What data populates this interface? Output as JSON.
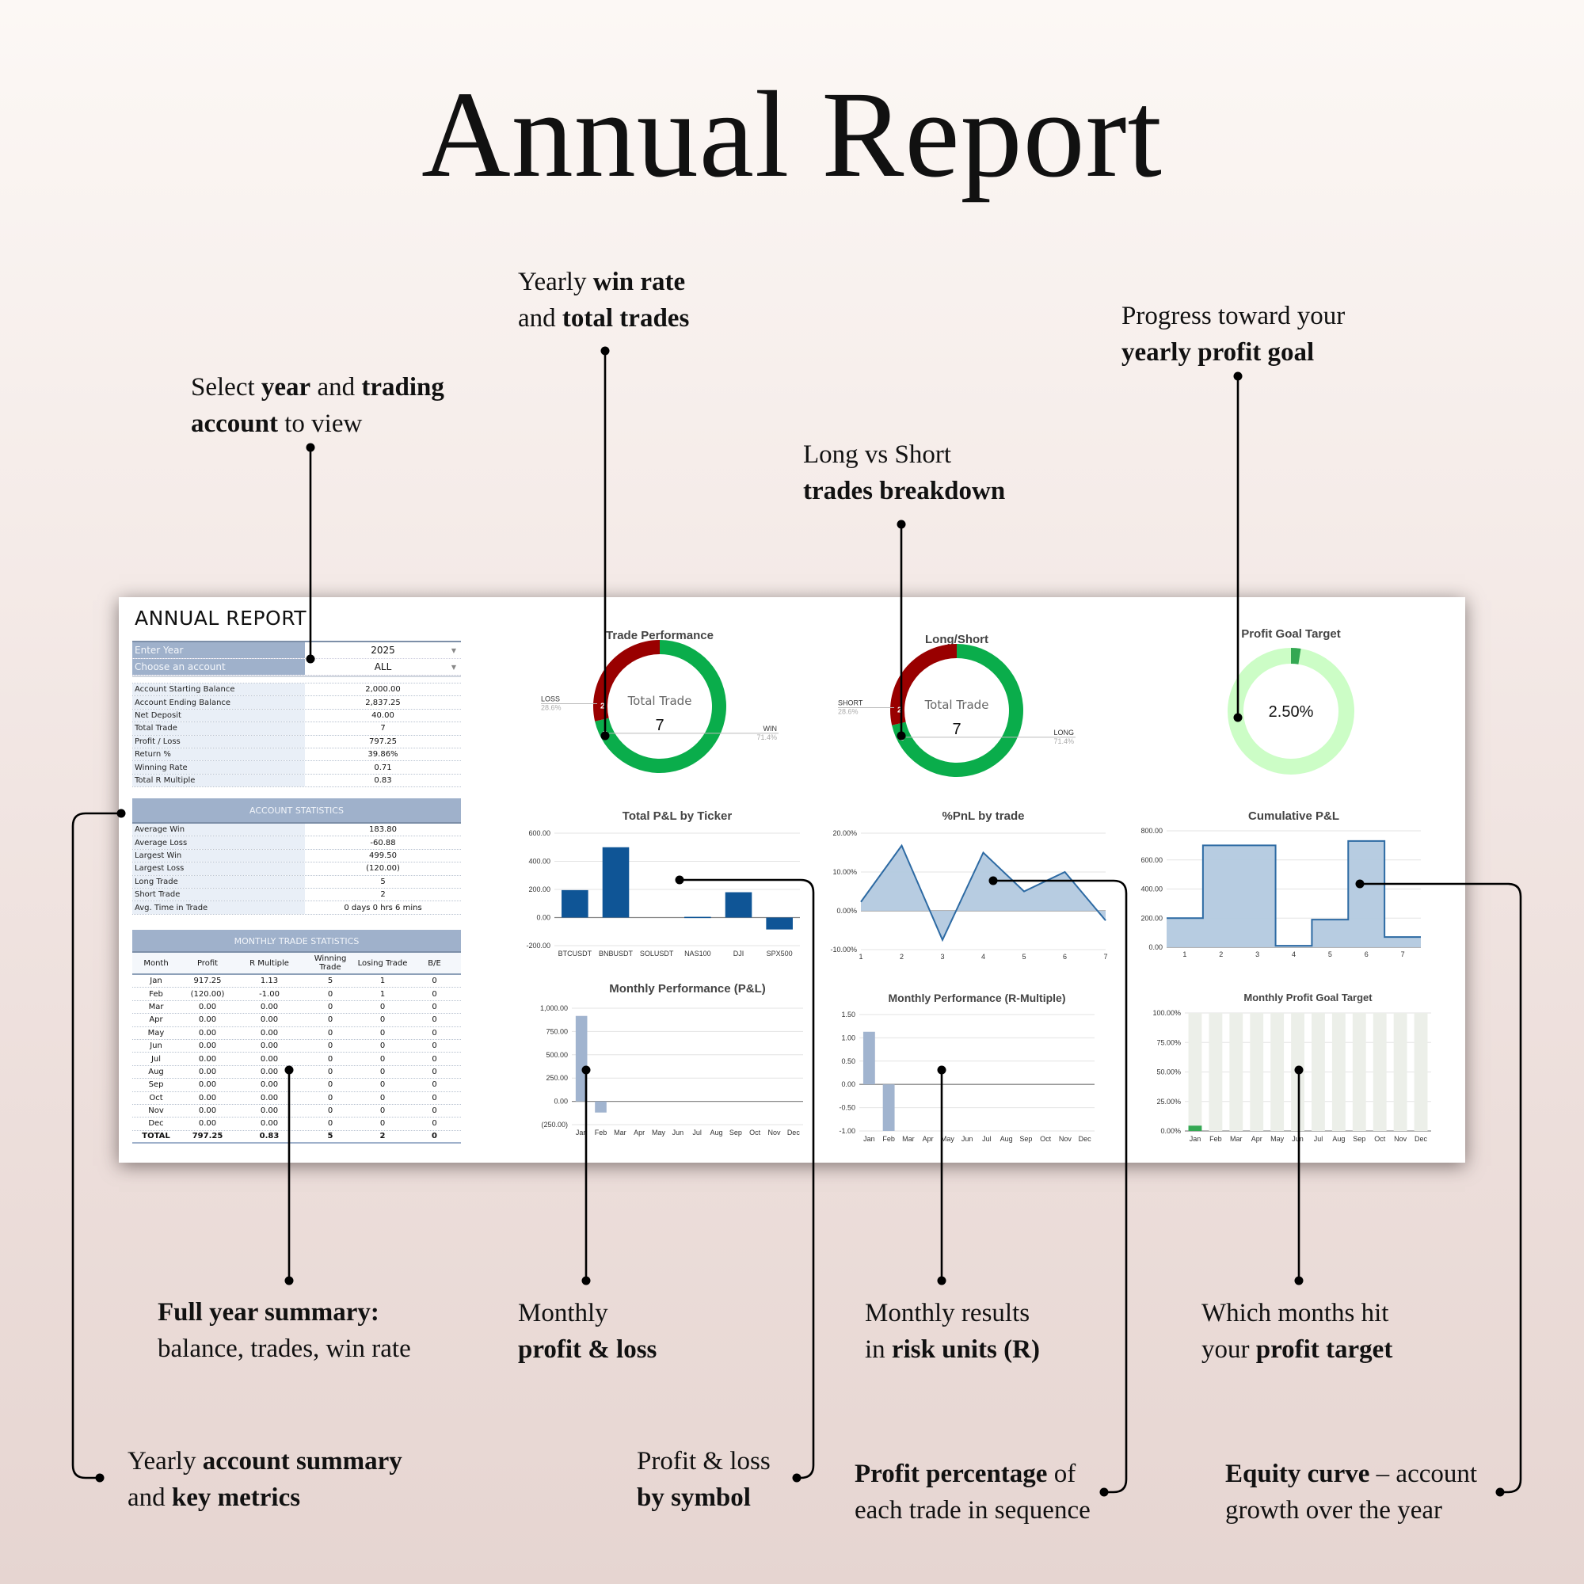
{
  "page_title": "Annual Report",
  "callouts": [
    {
      "lines": [
        [
          {
            "text": "Select "
          },
          {
            "text": "year",
            "bold": true
          },
          {
            "text": " and "
          },
          {
            "text": "trading",
            "bold": true
          }
        ],
        [
          {
            "text": "account",
            "bold": true
          },
          {
            "text": " to view"
          }
        ]
      ]
    },
    {
      "lines": [
        [
          {
            "text": "Yearly "
          },
          {
            "text": "win rate",
            "bold": true
          }
        ],
        [
          {
            "text": "and "
          },
          {
            "text": "total trades",
            "bold": true
          }
        ]
      ]
    },
    {
      "lines": [
        [
          {
            "text": "Long vs Short"
          }
        ],
        [
          {
            "text": "trades breakdown",
            "bold": true
          }
        ]
      ]
    },
    {
      "lines": [
        [
          {
            "text": "Progress toward your"
          }
        ],
        [
          {
            "text": "yearly profit goal",
            "bold": true
          }
        ]
      ]
    },
    {
      "lines": [
        [
          {
            "text": "Full year summary:",
            "bold": true
          }
        ],
        [
          {
            "text": "balance, trades, win rate"
          }
        ]
      ]
    },
    {
      "lines": [
        [
          {
            "text": "Monthly"
          }
        ],
        [
          {
            "text": "profit & loss",
            "bold": true
          }
        ]
      ]
    },
    {
      "lines": [
        [
          {
            "text": "Monthly results"
          }
        ],
        [
          {
            "text": "in "
          },
          {
            "text": "risk units (R)",
            "bold": true
          }
        ]
      ]
    },
    {
      "lines": [
        [
          {
            "text": "Which months hit"
          }
        ],
        [
          {
            "text": "your "
          },
          {
            "text": "profit target",
            "bold": true
          }
        ]
      ]
    },
    {
      "lines": [
        [
          {
            "text": "Yearly "
          },
          {
            "text": "account summary",
            "bold": true
          }
        ],
        [
          {
            "text": "and "
          },
          {
            "text": "key metrics",
            "bold": true
          }
        ]
      ]
    },
    {
      "lines": [
        [
          {
            "text": "Profit & loss"
          }
        ],
        [
          {
            "text": "by symbol",
            "bold": true
          }
        ]
      ]
    },
    {
      "lines": [
        [
          {
            "text": "Profit percentage",
            "bold": true
          },
          {
            "text": " of"
          }
        ],
        [
          {
            "text": "each trade in sequence"
          }
        ]
      ]
    },
    {
      "lines": [
        [
          {
            "text": "Equity curve",
            "bold": true
          },
          {
            "text": " – account"
          }
        ],
        [
          {
            "text": "growth over the year"
          }
        ]
      ]
    }
  ],
  "dashboard": {
    "title": "ANNUAL REPORT",
    "selectors": [
      {
        "label": "Enter Year",
        "value": "2025"
      },
      {
        "label": "Choose an account",
        "value": "ALL"
      }
    ],
    "summary": [
      {
        "label": "Account Starting Balance",
        "value": "2,000.00"
      },
      {
        "label": "Account Ending Balance",
        "value": "2,837.25"
      },
      {
        "label": "Net Deposit",
        "value": "40.00",
        "tone": "pos"
      },
      {
        "label": "Total Trade",
        "value": "7"
      },
      {
        "label": "Profit / Loss",
        "value": "797.25",
        "tone": "pos"
      },
      {
        "label": "Return %",
        "value": "39.86%",
        "tone": "pos"
      },
      {
        "label": "Winning Rate",
        "value": "0.71"
      },
      {
        "label": "Total R Multiple",
        "value": "0.83"
      }
    ],
    "account_stats_title": "ACCOUNT STATISTICS",
    "account_stats": [
      {
        "label": "Average Win",
        "value": "183.80",
        "tone": "pos"
      },
      {
        "label": "Average Loss",
        "value": "-60.88",
        "tone": "neg"
      },
      {
        "label": "Largest Win",
        "value": "499.50"
      },
      {
        "label": "Largest Loss",
        "value": "(120.00)"
      },
      {
        "label": "Long Trade",
        "value": "5",
        "tone": "pos"
      },
      {
        "label": "Short Trade",
        "value": "2",
        "tone": "neg"
      },
      {
        "label": "Avg. Time in Trade",
        "value": "0 days 0 hrs 6 mins"
      }
    ],
    "monthly_title": "MONTHLY TRADE STATISTICS",
    "monthly_headers": [
      "Month",
      "Profit",
      "R Multiple",
      "Winning Trade",
      "Losing Trade",
      "B/E"
    ],
    "monthly_rows": [
      [
        "Jan",
        "917.25",
        "1.13",
        "5",
        "1",
        "0"
      ],
      [
        "Feb",
        "(120.00)",
        "-1.00",
        "0",
        "1",
        "0"
      ],
      [
        "Mar",
        "0.00",
        "0.00",
        "0",
        "0",
        "0"
      ],
      [
        "Apr",
        "0.00",
        "0.00",
        "0",
        "0",
        "0"
      ],
      [
        "May",
        "0.00",
        "0.00",
        "0",
        "0",
        "0"
      ],
      [
        "Jun",
        "0.00",
        "0.00",
        "0",
        "0",
        "0"
      ],
      [
        "Jul",
        "0.00",
        "0.00",
        "0",
        "0",
        "0"
      ],
      [
        "Aug",
        "0.00",
        "0.00",
        "0",
        "0",
        "0"
      ],
      [
        "Sep",
        "0.00",
        "0.00",
        "0",
        "0",
        "0"
      ],
      [
        "Oct",
        "0.00",
        "0.00",
        "0",
        "0",
        "0"
      ],
      [
        "Nov",
        "0.00",
        "0.00",
        "0",
        "0",
        "0"
      ],
      [
        "Dec",
        "0.00",
        "0.00",
        "0",
        "0",
        "0"
      ]
    ],
    "monthly_total": [
      "TOTAL",
      "797.25",
      "0.83",
      "5",
      "2",
      "0"
    ]
  },
  "colors": {
    "win": "#0aad4b",
    "loss": "#990000",
    "bar_dark": "#0f5596",
    "bar_light": "#a1b4cf",
    "area_fill": "#b3c9df",
    "area_line": "#2d6aa3",
    "goal_bg": "#ccfdc6",
    "goal_fill": "#34a853",
    "goal_track": "#ecefe9"
  },
  "chart_data": [
    {
      "type": "pie",
      "title": "Trade Performance",
      "center_label": "Total Trade",
      "center_value": "7",
      "slices": [
        {
          "label": "WIN",
          "value": 5,
          "value_label": "5",
          "pct": "71.4%"
        },
        {
          "label": "LOSS",
          "value": 2,
          "value_label": "2",
          "pct": "28.6%"
        }
      ]
    },
    {
      "type": "pie",
      "title": "Long/Short",
      "center_label": "Total Trade",
      "center_value": "7",
      "slices": [
        {
          "label": "LONG",
          "value": 5,
          "value_label": "5",
          "pct": "71.4%"
        },
        {
          "label": "SHORT",
          "value": 2,
          "value_label": "2",
          "pct": "28.6%"
        }
      ]
    },
    {
      "type": "pie",
      "title": "Profit Goal Target",
      "value": 2.5,
      "value_label": "2.50%"
    },
    {
      "type": "bar",
      "title": "Total P&L by Ticker",
      "categories": [
        "BTCUSDT",
        "BNBUSDT",
        "SOLUSDT",
        "NAS100",
        "DJI",
        "SPX500"
      ],
      "values": [
        195,
        500,
        0,
        5,
        180,
        -85
      ],
      "ylim": [
        -200,
        600
      ],
      "yticks": [
        600,
        400,
        200,
        0,
        -200
      ],
      "ytick_labels": [
        "600.00",
        "400.00",
        "200.00",
        "0.00",
        "-200.00"
      ]
    },
    {
      "type": "area",
      "title": "%PnL by trade",
      "categories": [
        "1",
        "2",
        "3",
        "4",
        "5",
        "6",
        "7"
      ],
      "values": [
        2.3,
        16.8,
        -7.5,
        15,
        5,
        10,
        -2.5
      ],
      "ylim": [
        -10,
        20
      ],
      "yticks": [
        20,
        10,
        0,
        -10
      ],
      "ytick_labels": [
        "20.00%",
        "10.00%",
        "0.00%",
        "-10.00%"
      ]
    },
    {
      "type": "area",
      "title": "Cumulative P&L",
      "stepped": true,
      "categories": [
        "1",
        "2",
        "3",
        "4",
        "5",
        "6",
        "7"
      ],
      "values": [
        200,
        700,
        700,
        10,
        190,
        730,
        70
      ],
      "ylim": [
        0,
        800
      ],
      "yticks": [
        800,
        600,
        400,
        200,
        0
      ],
      "ytick_labels": [
        "800.00",
        "600.00",
        "400.00",
        "200.00",
        "0.00"
      ]
    },
    {
      "type": "bar",
      "title": "Monthly Performance (P&L)",
      "categories": [
        "Jan",
        "Feb",
        "Mar",
        "Apr",
        "May",
        "Jun",
        "Jul",
        "Aug",
        "Sep",
        "Oct",
        "Nov",
        "Dec"
      ],
      "values": [
        917.25,
        -120,
        0,
        0,
        0,
        0,
        0,
        0,
        0,
        0,
        0,
        0
      ],
      "ylim": [
        -250,
        1000
      ],
      "yticks": [
        1000,
        750,
        500,
        250,
        0,
        -250
      ],
      "ytick_labels": [
        "1,000.00",
        "750.00",
        "500.00",
        "250.00",
        "0.00",
        "(250.00)"
      ]
    },
    {
      "type": "bar",
      "title": "Monthly Performance (R-Multiple)",
      "categories": [
        "Jan",
        "Feb",
        "Mar",
        "Apr",
        "May",
        "Jun",
        "Jul",
        "Aug",
        "Sep",
        "Oct",
        "Nov",
        "Dec"
      ],
      "values": [
        1.13,
        -1,
        0,
        0,
        0,
        0,
        0,
        0,
        0,
        0,
        0,
        0
      ],
      "ylim": [
        -1,
        1.5
      ],
      "yticks": [
        1.5,
        1,
        0.5,
        0,
        -0.5,
        -1
      ],
      "ytick_labels": [
        "1.50",
        "1.00",
        "0.50",
        "0.00",
        "-0.50",
        "-1.00"
      ]
    },
    {
      "type": "bar",
      "title": "Monthly Profit Goal Target",
      "categories": [
        "Jan",
        "Feb",
        "Mar",
        "Apr",
        "May",
        "Jun",
        "Jul",
        "Aug",
        "Sep",
        "Oct",
        "Nov",
        "Dec"
      ],
      "values": [
        4.5,
        0,
        0,
        0,
        0,
        0,
        0,
        0,
        0,
        0,
        0,
        0
      ],
      "target": 100,
      "ylim": [
        0,
        100
      ],
      "yticks": [
        100,
        75,
        50,
        25,
        0
      ],
      "ytick_labels": [
        "100.00%",
        "75.00%",
        "50.00%",
        "25.00%",
        "0.00%"
      ]
    }
  ]
}
